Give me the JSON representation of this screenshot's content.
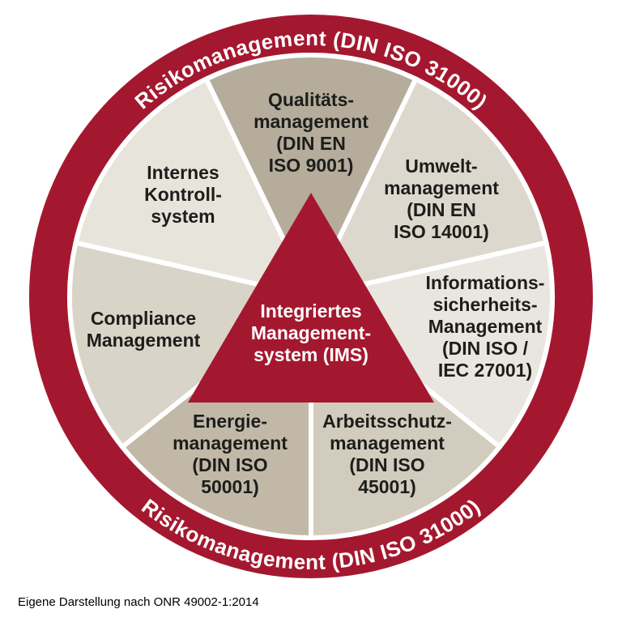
{
  "diagram": {
    "ring": {
      "label_top": "Risikomanagement (DIN ISO 31000)",
      "label_bottom": "Risikomanagement (DIN ISO 31000)"
    },
    "center": {
      "lines": [
        "Integriertes",
        "Management-",
        "system (IMS)"
      ]
    },
    "segments": [
      {
        "id": "qualitaetsmanagement",
        "color": "#b5ac9b",
        "lines": [
          "Qualitäts-",
          "management",
          "(DIN EN",
          "ISO 9001)"
        ]
      },
      {
        "id": "umweltmanagement",
        "color": "#ddd8cd",
        "lines": [
          "Umwelt-",
          "management",
          "(DIN EN",
          "ISO 14001)"
        ]
      },
      {
        "id": "informationssicherheits-management",
        "color": "#e9e6df",
        "lines": [
          "Informations-",
          "sicherheits-",
          "Management",
          "(DIN ISO /",
          "IEC 27001)"
        ]
      },
      {
        "id": "arbeitsschutzmanagement",
        "color": "#d2ccbe",
        "lines": [
          "Arbeitsschutz-",
          "management",
          "(DIN ISO",
          "45001)"
        ]
      },
      {
        "id": "energiemanagement",
        "color": "#c1b8a7",
        "lines": [
          "Energie-",
          "management",
          "(DIN ISO",
          "50001)"
        ]
      },
      {
        "id": "compliance-management",
        "color": "#d9d4c8",
        "lines": [
          "Compliance",
          "Management"
        ]
      },
      {
        "id": "internes-kontrollsystem",
        "color": "#e7e4db",
        "lines": [
          "Internes",
          "Kontroll-",
          "system"
        ]
      }
    ]
  },
  "colors": {
    "ring": "#a4182f",
    "triangle": "#a4182f",
    "ring_text": "#ffffff",
    "center_text": "#ffffff",
    "segment_text": "#1d1d1b",
    "background": "#ffffff"
  },
  "caption": "Eigene Darstellung nach ONR 49002-1:2014"
}
